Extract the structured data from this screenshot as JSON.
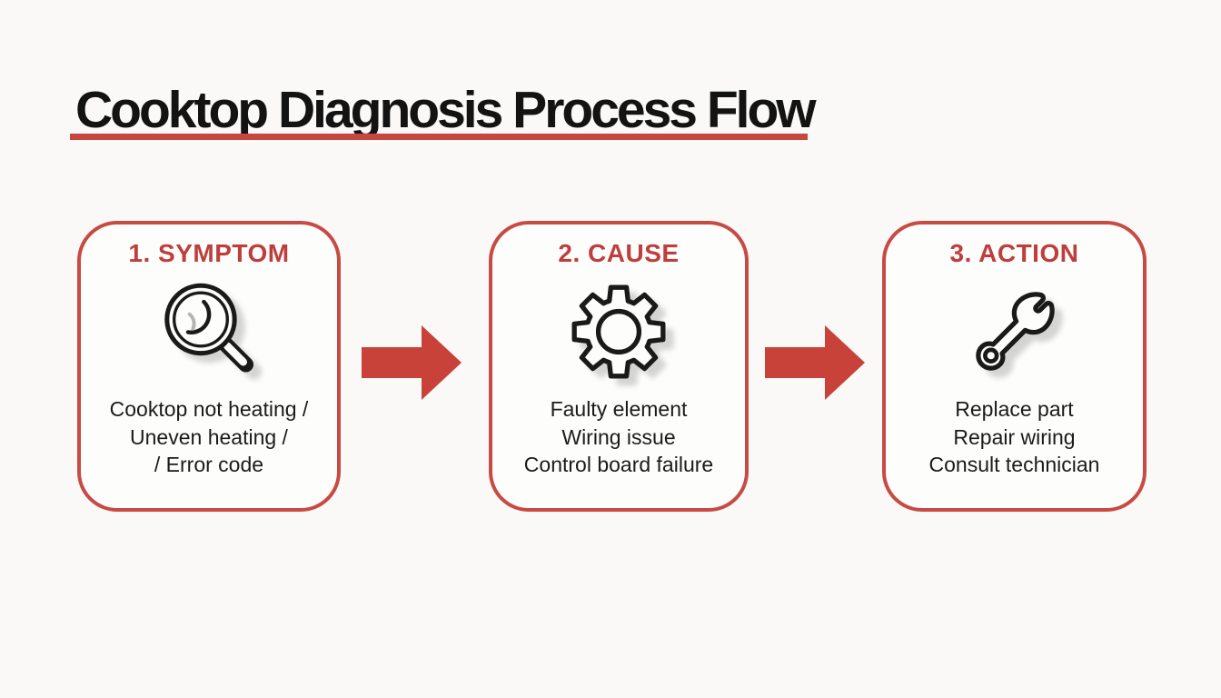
{
  "title": {
    "text": "Cooktop Diagnosis Process Flow"
  },
  "steps": [
    {
      "heading": "1. SYMPTOM",
      "icon": "magnifier-icon",
      "lines": [
        "Cooktop not heating /",
        "Uneven heating /",
        "/ Error code"
      ]
    },
    {
      "heading": "2. CAUSE",
      "icon": "gear-icon",
      "lines": [
        "Faulty element",
        "Wiring issue",
        "Control board failure"
      ]
    },
    {
      "heading": "3. ACTION",
      "icon": "wrench-icon",
      "lines": [
        "Replace part",
        "Repair wiring",
        "Consult technician"
      ]
    }
  ],
  "arrows": {
    "count": 2,
    "direction": "right"
  },
  "colors": {
    "background": "#FAF9F7",
    "card_background": "#FDFDFB",
    "card_border_red": "#C74B44",
    "heading_red": "#BE3E3E",
    "underline_red": "#C5473F",
    "arrow_red": "#C8423A",
    "icon_outline_black": "#1A1A1A",
    "title_black": "#131313"
  }
}
